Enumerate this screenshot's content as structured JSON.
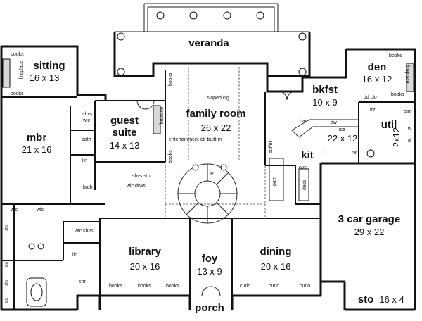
{
  "rooms": {
    "veranda": {
      "name": "veranda"
    },
    "sitting": {
      "name": "sitting",
      "dim": "16 x 13"
    },
    "mbr": {
      "name": "mbr",
      "dim": "21 x 16"
    },
    "guest_suite": {
      "name_line1": "guest",
      "name_line2": "suite",
      "dim": "14 x 13"
    },
    "family_room": {
      "name": "family room",
      "dim": "26 x 22"
    },
    "bkfst": {
      "name": "bkfst",
      "dim": "10 x 9"
    },
    "den": {
      "name": "den",
      "dim": "16 x 12"
    },
    "kit": {
      "name": "kit",
      "dim": "22 x 12"
    },
    "util": {
      "name": "util",
      "dim": "2x12"
    },
    "garage": {
      "name": "3 car garage",
      "dim": "29 x 22"
    },
    "library": {
      "name": "library",
      "dim": "20 x 16"
    },
    "foy": {
      "name": "foy",
      "dim": "13 x 9"
    },
    "dining": {
      "name": "dining",
      "dim": "20 x 16"
    },
    "porch": {
      "name": "porch"
    },
    "sto": {
      "name": "sto",
      "dim": "16 x 4"
    }
  },
  "labels": {
    "books": "books",
    "fireplace": "fireplace",
    "sloped_clg": "sloped clg",
    "entertainment": "entertainment ctr built-in",
    "buffet": "buffet",
    "bar": "bar",
    "dw": "dw",
    "ice": "ice",
    "ref": "ref",
    "ct": "ct",
    "ovs": "ovs",
    "desk": "desk",
    "pan": "pan",
    "frz": "frz",
    "dd_clo": "dd clo",
    "w": "w",
    "d": "d",
    "up": "UP",
    "shvs": "shvs",
    "wic": "wic",
    "bath": "bath",
    "lin": "lin",
    "shvs_sto": "shvs sto",
    "wic_drws": "wic drws",
    "sto": "sto",
    "wic_shvs": "wic shvs",
    "shr": "shr",
    "curio": "curio"
  }
}
